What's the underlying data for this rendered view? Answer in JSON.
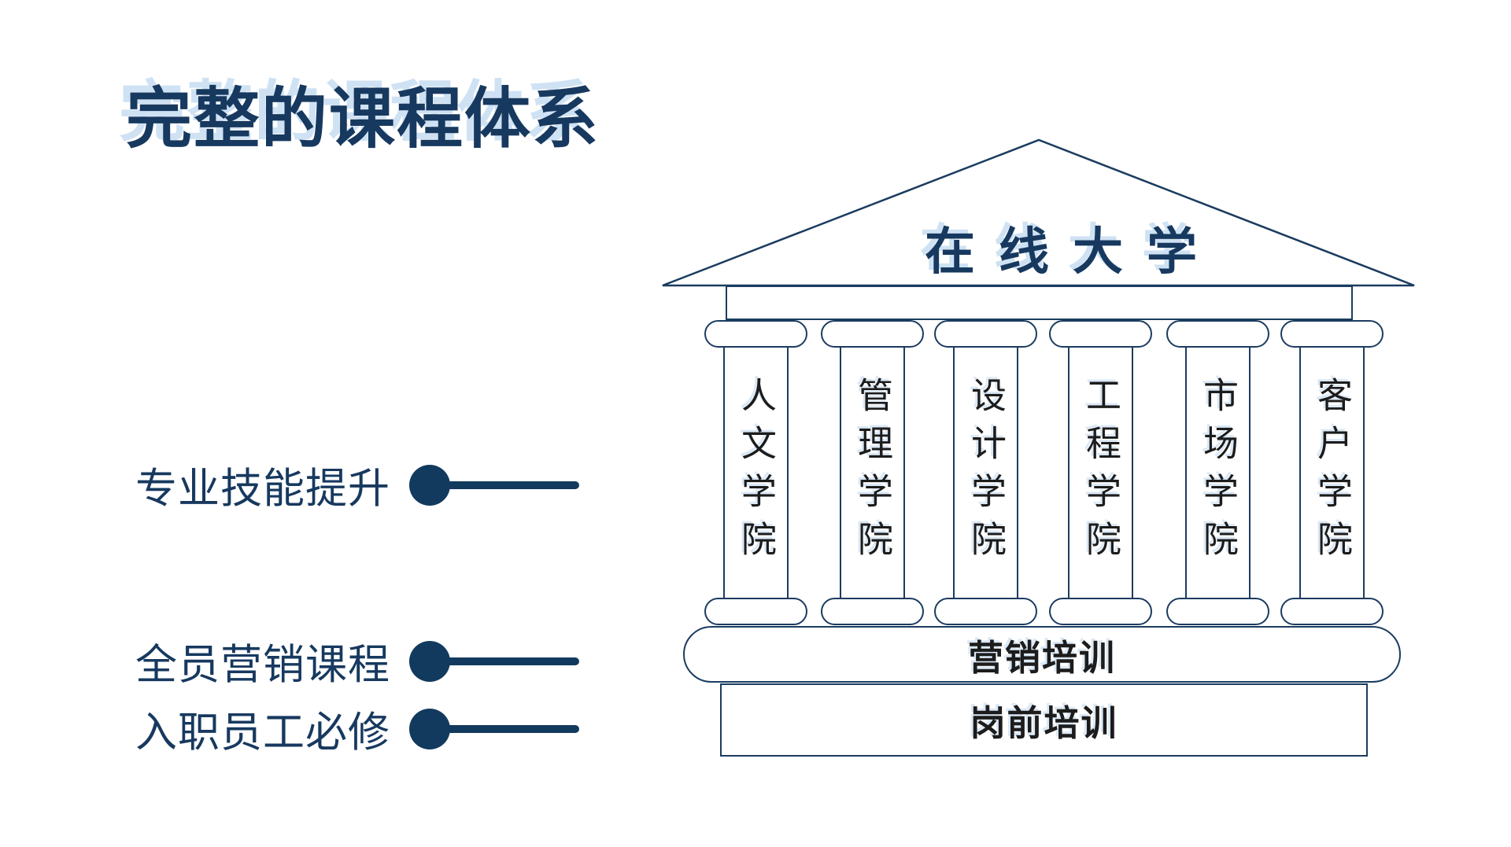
{
  "title": "完整的课程体系",
  "colors": {
    "navy": "#17395F",
    "light_blue_shadow": "#CFE2F4",
    "text_black": "#1C1C1C"
  },
  "temple": {
    "roof_label": "在线大学",
    "colleges": [
      "人文学院",
      "管理学院",
      "设计学院",
      "工程学院",
      "市场学院",
      "客户学院"
    ],
    "base_rows": [
      {
        "label": "营销培训"
      },
      {
        "label": "岗前培训"
      }
    ]
  },
  "annotations": [
    {
      "label": "专业技能提升"
    },
    {
      "label": "全员营销课程"
    },
    {
      "label": "入职员工必修"
    }
  ]
}
